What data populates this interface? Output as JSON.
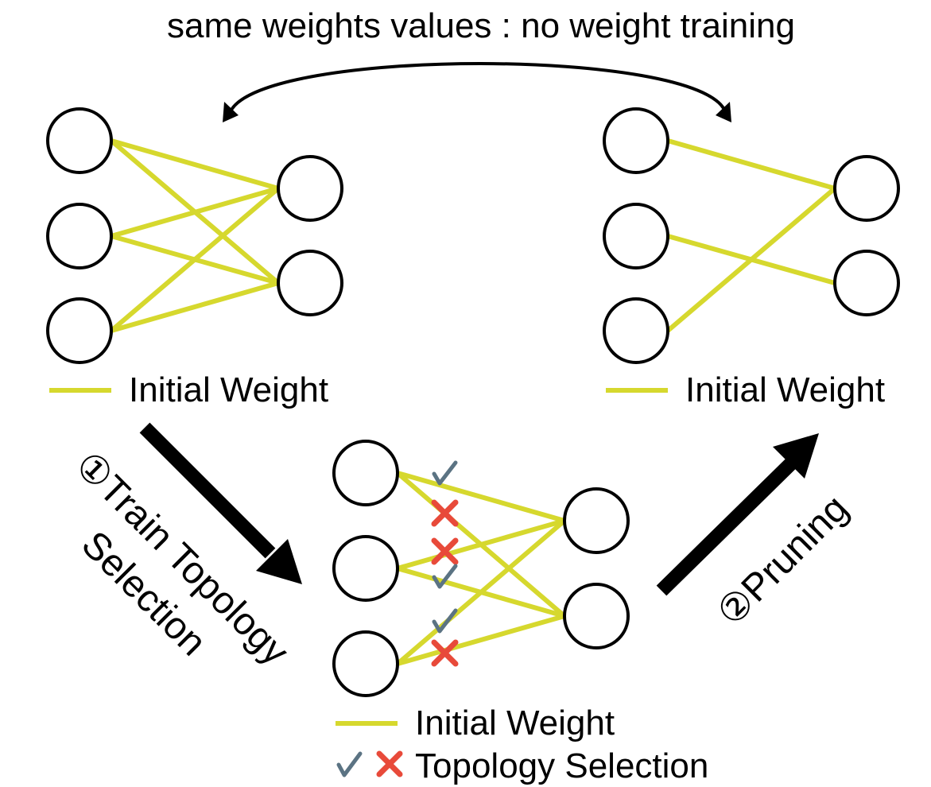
{
  "title": "same weights values : no weight training",
  "legend_initial_weight": "Initial Weight",
  "legend_topology_selection": "Topology Selection",
  "step1_line1": "①Train Topology",
  "step1_line2": "Selection",
  "step2_label": "②Pruning",
  "colors": {
    "weight": "#d6d82e",
    "check": "#5b7383",
    "cross": "#e84a3a"
  },
  "icons": {
    "selected": "check-icon",
    "removed": "cross-icon"
  }
}
